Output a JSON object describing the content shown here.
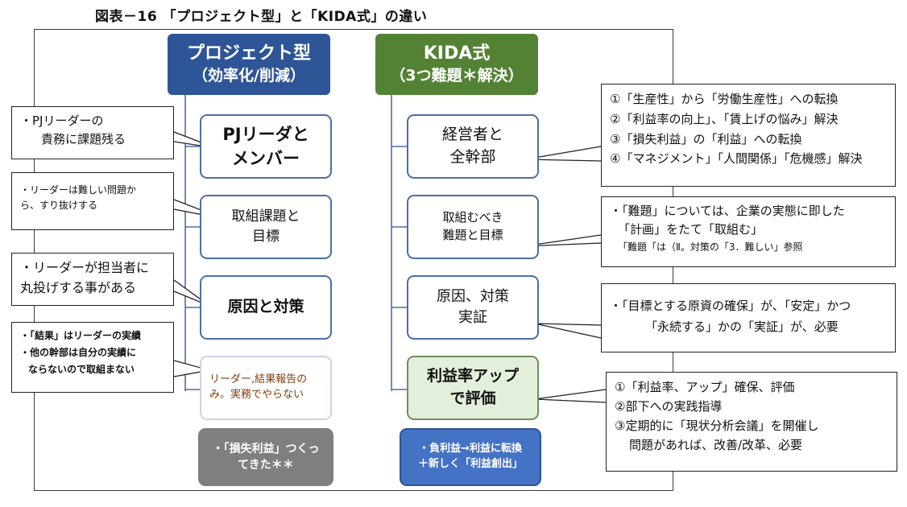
{
  "title": "図表－16 「プロジェクト型」と「KIDA式」の違い",
  "left_header": {
    "line1": "プロジェクト型",
    "line2": "（効率化/削減）"
  },
  "right_header": {
    "line1": "KIDA式",
    "line2": "（3つ難題＊解決）"
  },
  "left_boxes": [
    {
      "line1": "PJリーダと",
      "line2": "メンバー"
    },
    {
      "line1": "取組課題と",
      "line2": "目標"
    },
    {
      "line1": "原因と対策",
      "line2": ""
    },
    {
      "line1": "リーダー,結果報告の",
      "line2": "み。実務でやらない"
    }
  ],
  "left_footer": {
    "line1": "・「損失利益」つくっ",
    "line2": "てきた＊＊"
  },
  "right_boxes": [
    {
      "line1": "経営者と",
      "line2": "全幹部"
    },
    {
      "line1": "取組むべき",
      "line2": "難題と目標"
    },
    {
      "line1": "原因、対策",
      "line2": "実証"
    },
    {
      "line1": "利益率アップ",
      "line2": "で評価"
    }
  ],
  "right_footer": {
    "line1": "・負利益→利益に転換",
    "line2": "＋新しく「利益創出」"
  },
  "left_notes": [
    [
      "・PJリーダーの",
      "責務に課題残る"
    ],
    [
      "・リーダーは難しい問題か",
      "ら、すり抜けする"
    ],
    [
      "・リーダーが担当者に",
      "丸投げする事がある"
    ],
    [
      "・「結果」はリーダーの実績",
      "・他の幹部は自分の実績に",
      "ならないので取組まない"
    ]
  ],
  "right_notes": [
    [
      "①「生産性」から「労働生産性」への転換",
      "②「利益率の向上」、「賃上げの悩み」解決",
      "③「損失利益」の「利益」への転換",
      "④「マネジメント」「人間関係」「危機感」解決"
    ],
    [
      "・「難題」については、企業の実態に即した",
      "「計画」をたて「取組む」",
      "「難題「は（Ⅱ。対策の「3．難しい」参照"
    ],
    [
      "・「目標とする原資の確保」が、「安定」かつ",
      "「永続する」かの「実証」が、必要"
    ],
    [
      "①「利益率、アップ」確保、評価",
      "②部下への実践指導",
      "③定期的に「現状分析会議」を開催し",
      "問題があれば、改善/改革、必要"
    ]
  ],
  "colors": {
    "blue_header": "#2e5597",
    "green_header": "#548235",
    "box_border": "#4a6fa5",
    "gray_footer": "#7f7f7f",
    "blue_footer": "#4472c4",
    "green_box_fill": "#e2efda",
    "brown_text": "#843c0c"
  }
}
